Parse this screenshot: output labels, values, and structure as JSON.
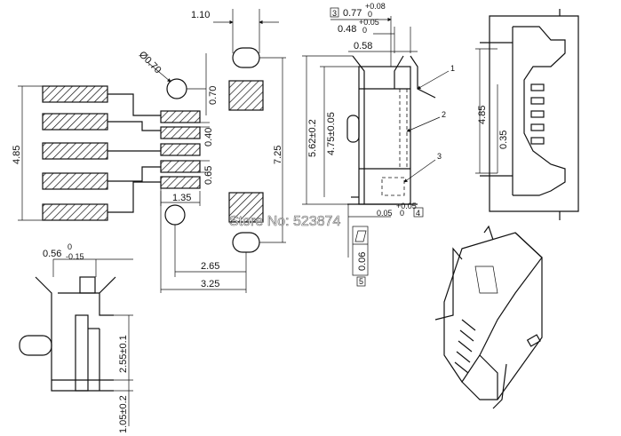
{
  "watermark": "Store No: 523874",
  "dims": {
    "top_110": "1.10",
    "dia_070": "Ø0.70",
    "d_070": "0.70",
    "d_040": "0.40",
    "d_065": "0.65",
    "d_135": "1.35",
    "d_485_left": "4.85",
    "d_725": "7.25",
    "d_265": "2.65",
    "d_325": "3.25",
    "d_058": "0.58",
    "d_048": "0.48",
    "d_048_tol": "+0.05",
    "d_048_tol0": "0",
    "d_077": "0.77",
    "d_077_tol": "+0.08",
    "d_077_tol0": "0",
    "d_562": "5.62±0.2",
    "d_475": "4.75±0.05",
    "d_005": "0.05",
    "d_005_tol": "+0.05",
    "d_005_tol0": "0",
    "d_006": "0.06",
    "d_485_right": "4.85",
    "d_035": "0.35",
    "d_056": "0.56",
    "d_056_tol": "-0.15",
    "d_056_tol0": "0",
    "d_255": "2.55±0.1",
    "d_105": "1.05±0.2"
  },
  "refs": {
    "r1": "1",
    "r2": "2",
    "r3": "3"
  },
  "boxes": {
    "b3": "3",
    "b4": "4",
    "b5": "5"
  }
}
